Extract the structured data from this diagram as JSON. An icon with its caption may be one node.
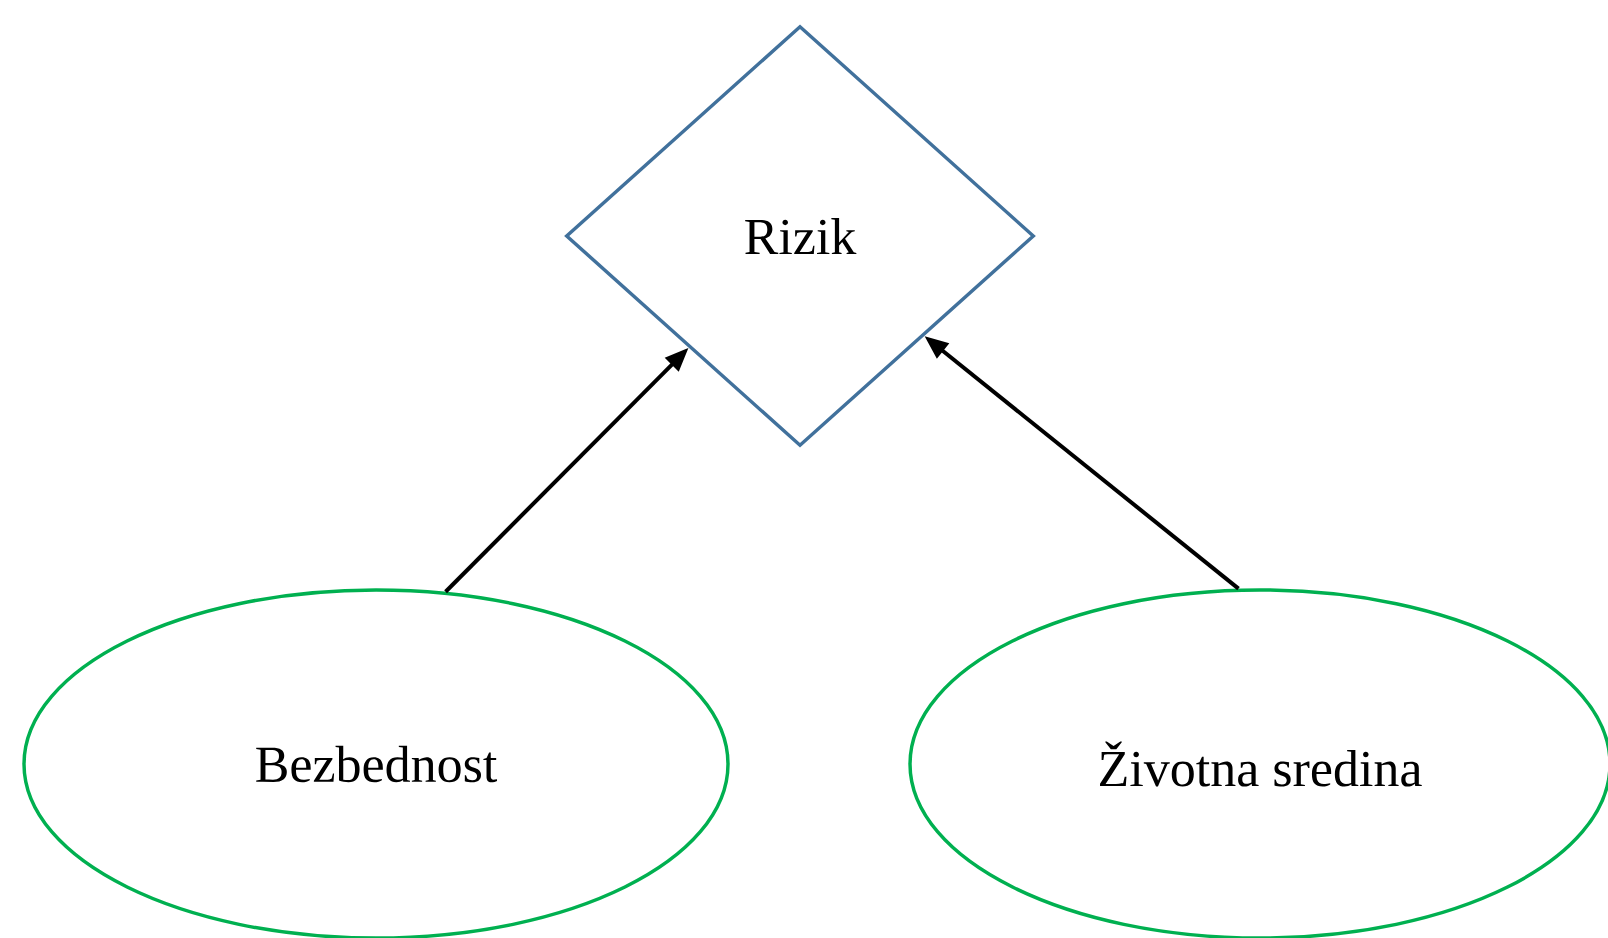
{
  "diagram": {
    "nodes": [
      {
        "text": [
          "Rizik"
        ]
      },
      {
        "text": [
          "Bezbednost"
        ]
      },
      {
        "text": [
          "Životna sredina"
        ]
      }
    ],
    "edges": [
      {
        "from": 1,
        "to": 0,
        "arrow": "to"
      },
      {
        "from": 2,
        "to": 0,
        "arrow": "to"
      }
    ]
  }
}
